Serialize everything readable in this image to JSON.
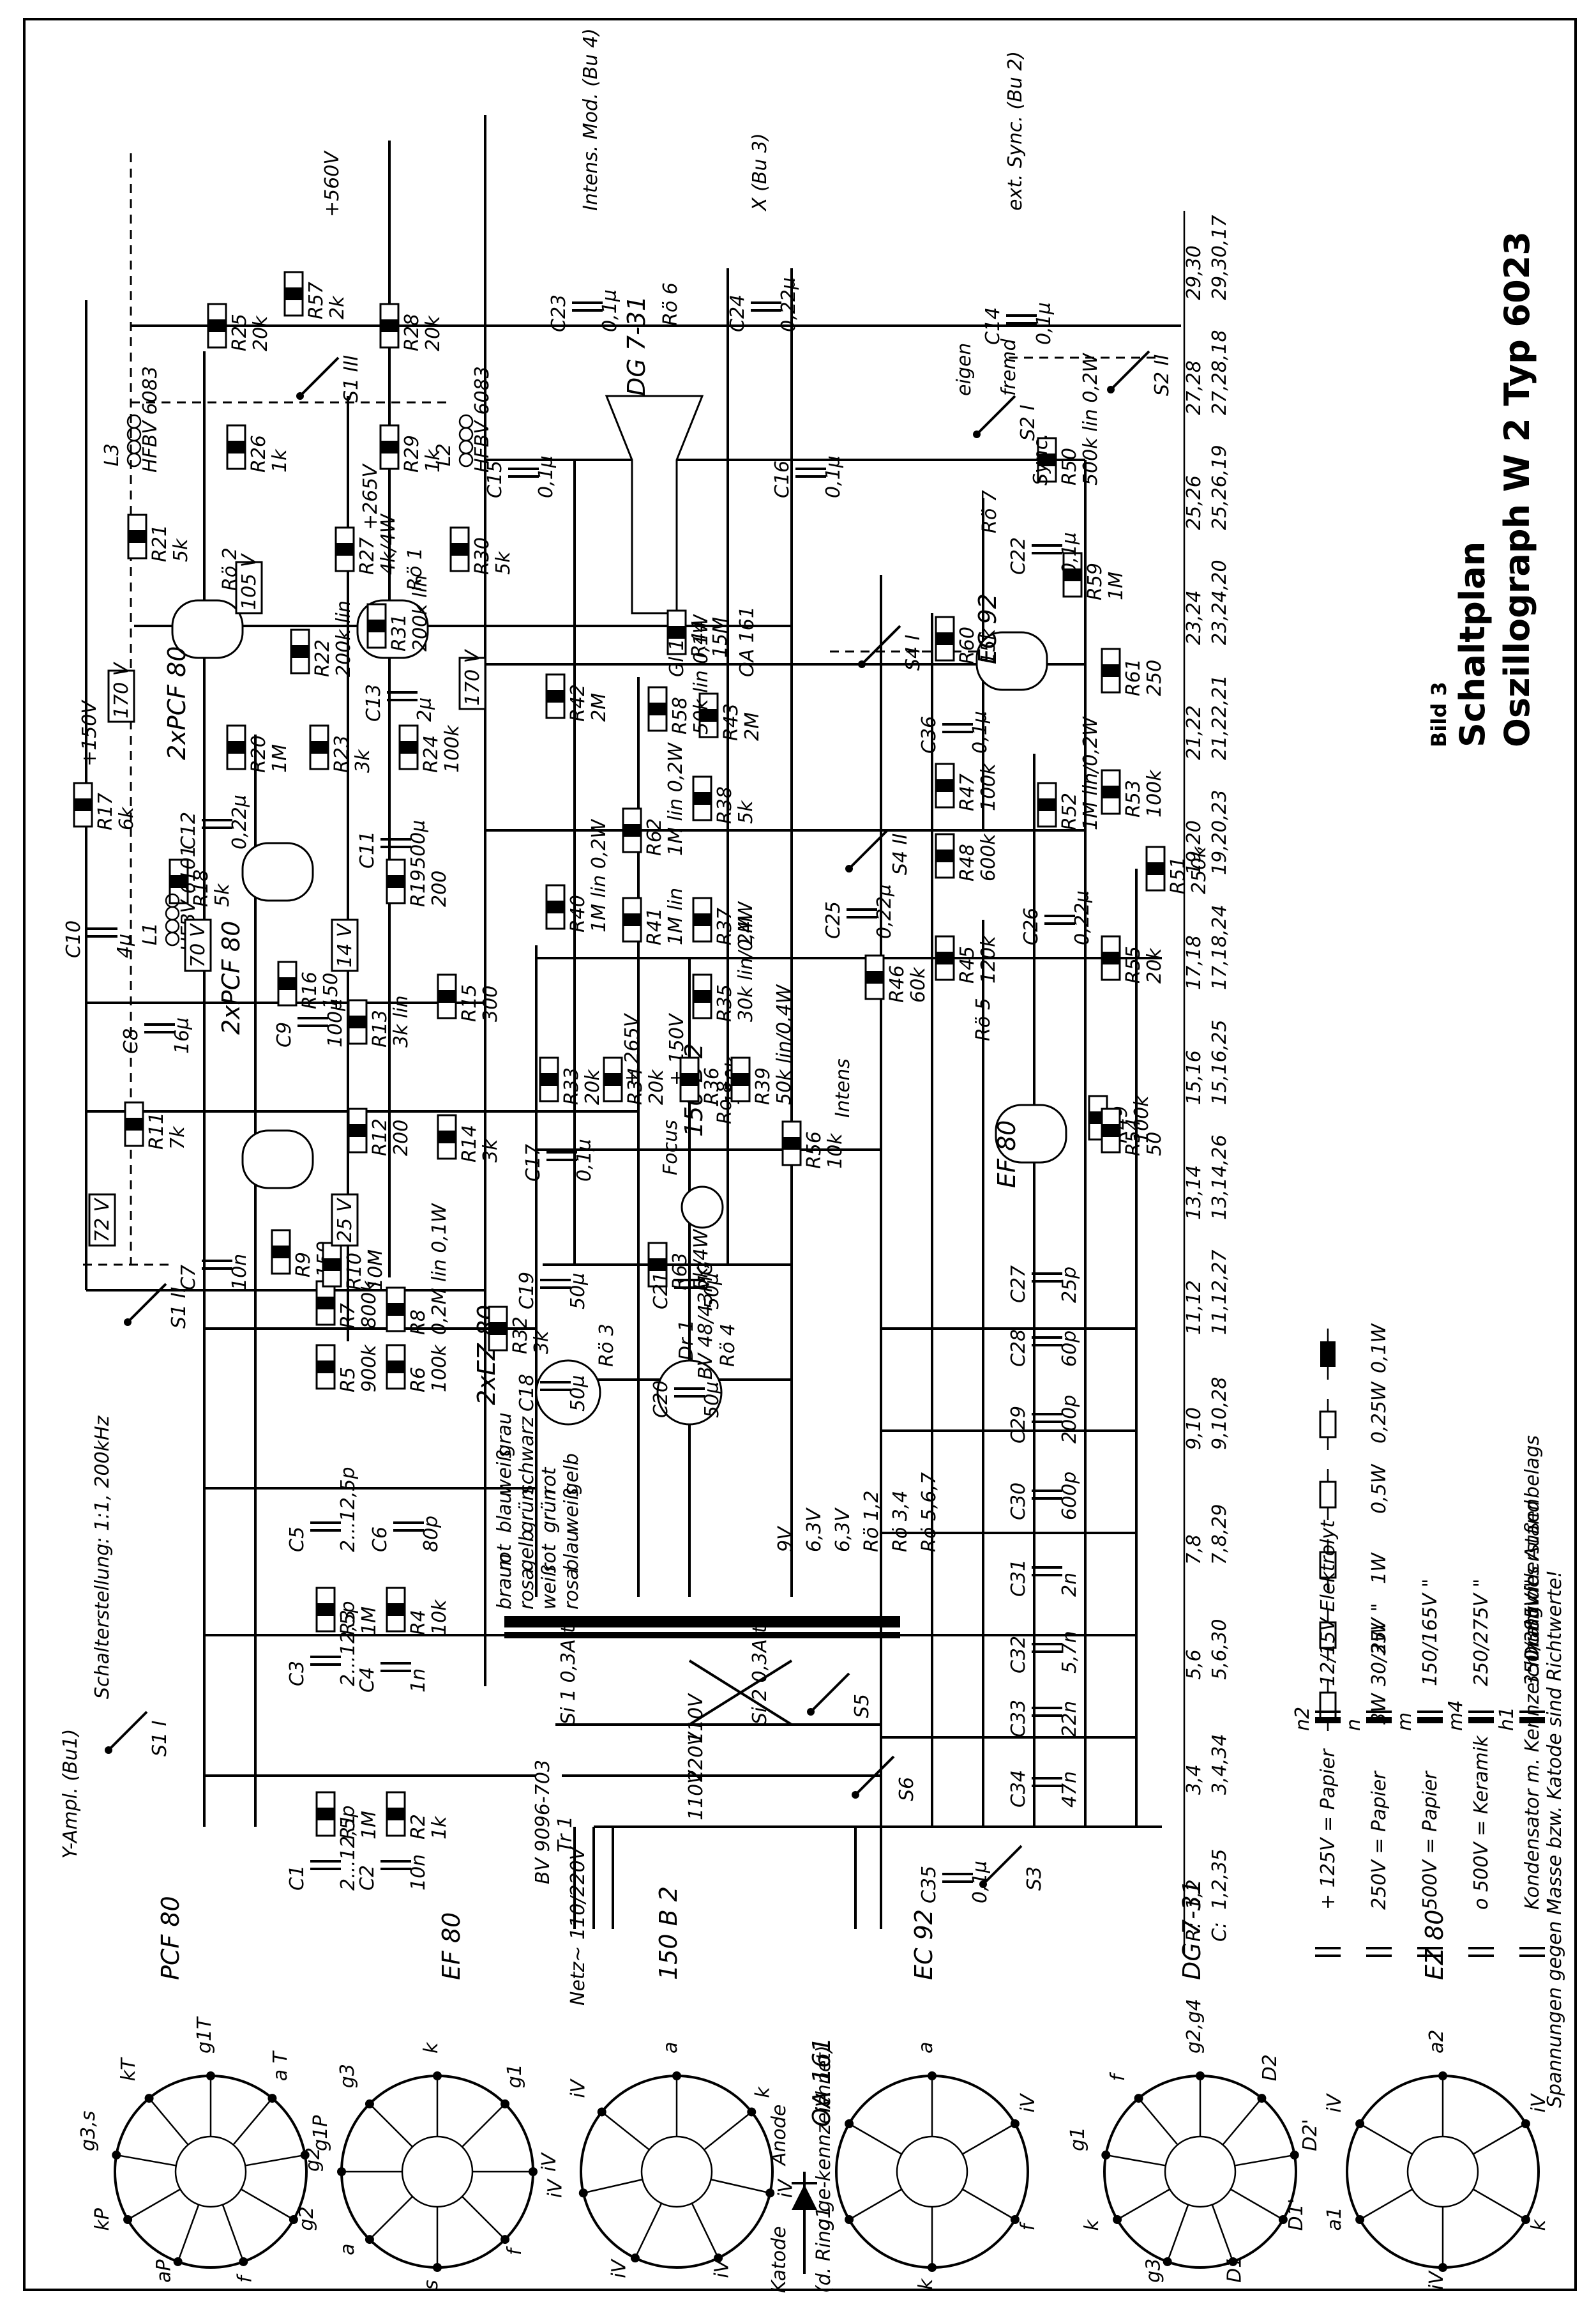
{
  "title": {
    "figure": "Bild 3",
    "line1": "Schaltplan",
    "line2": "Oszillograph W 2 Typ 6023"
  },
  "tubes": [
    {
      "ref": "Rö 2",
      "type": "2xPCF 80"
    },
    {
      "ref": "Rö 1",
      "type": "2xPCF 80"
    },
    {
      "ref": "Rö 6",
      "type": "DG 7-31"
    },
    {
      "ref": "Rö 7",
      "type": "EC 92"
    },
    {
      "ref": "Rö 5",
      "type": "EF 80"
    },
    {
      "ref": "Rö 8",
      "type": "150 B 2"
    },
    {
      "ref": "Rö 3",
      "type": "2xEZ 80"
    },
    {
      "ref": "Rö 4",
      "type": ""
    }
  ],
  "inputs": [
    {
      "label": "Y-Ampl. (Bu1)"
    },
    {
      "label": "Intens. Mod. (Bu 4)"
    },
    {
      "label": "X (Bu 3)"
    },
    {
      "label": "ext. Sync. (Bu 2)"
    },
    {
      "label": "Netz~ 110/220V"
    }
  ],
  "supplies": [
    "+560V",
    "+265V",
    "+150V",
    "+ 265V",
    "+ 150V"
  ],
  "resistors": [
    {
      "ref": "R1",
      "value": "1M"
    },
    {
      "ref": "R2",
      "value": "1k"
    },
    {
      "ref": "R3",
      "value": "1M"
    },
    {
      "ref": "R4",
      "value": "10k"
    },
    {
      "ref": "R5",
      "value": "900k"
    },
    {
      "ref": "R6",
      "value": "100k"
    },
    {
      "ref": "R7",
      "value": "800k"
    },
    {
      "ref": "R8",
      "value": "0,2M lin 0,1W"
    },
    {
      "ref": "R9",
      "value": "150"
    },
    {
      "ref": "R10",
      "value": "10M"
    },
    {
      "ref": "R11",
      "value": "7k"
    },
    {
      "ref": "R12",
      "value": "200"
    },
    {
      "ref": "R13",
      "value": "3k lin"
    },
    {
      "ref": "R14",
      "value": "3k"
    },
    {
      "ref": "R15",
      "value": "300"
    },
    {
      "ref": "R16",
      "value": "150"
    },
    {
      "ref": "R17",
      "value": "6k"
    },
    {
      "ref": "R18",
      "value": "5k"
    },
    {
      "ref": "R19",
      "value": "200"
    },
    {
      "ref": "R20",
      "value": "1M"
    },
    {
      "ref": "R21",
      "value": "5k"
    },
    {
      "ref": "R22",
      "value": "200k lin"
    },
    {
      "ref": "R23",
      "value": "3k"
    },
    {
      "ref": "R24",
      "value": "100k"
    },
    {
      "ref": "R25",
      "value": "20k"
    },
    {
      "ref": "R26",
      "value": "1k"
    },
    {
      "ref": "R27",
      "value": "4k/4W"
    },
    {
      "ref": "R28",
      "value": "20k"
    },
    {
      "ref": "R29",
      "value": "1k"
    },
    {
      "ref": "R30",
      "value": "5k"
    },
    {
      "ref": "R31",
      "value": "200k lin"
    },
    {
      "ref": "R32",
      "value": "3k"
    },
    {
      "ref": "R33",
      "value": "20k"
    },
    {
      "ref": "R34",
      "value": "20k"
    },
    {
      "ref": "R35",
      "value": "30k lin/0,4W"
    },
    {
      "ref": "R36",
      "value": "150k"
    },
    {
      "ref": "R37",
      "value": "2M"
    },
    {
      "ref": "R38",
      "value": "5k"
    },
    {
      "ref": "R39",
      "value": "50k lin/0,4W"
    },
    {
      "ref": "R40",
      "value": "1M lin 0,2W"
    },
    {
      "ref": "R41",
      "value": "1M lin"
    },
    {
      "ref": "R42",
      "value": "2M"
    },
    {
      "ref": "R43",
      "value": "2M"
    },
    {
      "ref": "R44",
      "value": "15M"
    },
    {
      "ref": "R45",
      "value": "120k"
    },
    {
      "ref": "R46",
      "value": "60k"
    },
    {
      "ref": "R47",
      "value": "100k"
    },
    {
      "ref": "R48",
      "value": "600k"
    },
    {
      "ref": "R49",
      "value": "100k"
    },
    {
      "ref": "R50",
      "value": "500k lin 0,2W"
    },
    {
      "ref": "R51",
      "value": "250k"
    },
    {
      "ref": "R52",
      "value": "1M lin/0,2W"
    },
    {
      "ref": "R53",
      "value": "100k"
    },
    {
      "ref": "R54",
      "value": "50"
    },
    {
      "ref": "R55",
      "value": "20k"
    },
    {
      "ref": "R56",
      "value": "10k"
    },
    {
      "ref": "R57",
      "value": "2k"
    },
    {
      "ref": "R58",
      "value": "50k lin 0,1W"
    },
    {
      "ref": "R59",
      "value": "1M"
    },
    {
      "ref": "R60",
      "value": "15k"
    },
    {
      "ref": "R61",
      "value": "250"
    },
    {
      "ref": "R62",
      "value": "1M lin 0,2W"
    },
    {
      "ref": "R63",
      "value": "5k/4W"
    }
  ],
  "capacitors": [
    {
      "ref": "C1",
      "value": "2...12,5p"
    },
    {
      "ref": "C2",
      "value": "10n"
    },
    {
      "ref": "C3",
      "value": "2...12,5p"
    },
    {
      "ref": "C4",
      "value": "1n"
    },
    {
      "ref": "C5",
      "value": "2...12,5p"
    },
    {
      "ref": "C6",
      "value": "80p"
    },
    {
      "ref": "C7",
      "value": "10n"
    },
    {
      "ref": "C8",
      "value": "16µ"
    },
    {
      "ref": "C9",
      "value": "100µ"
    },
    {
      "ref": "C10",
      "value": "4µ"
    },
    {
      "ref": "C11",
      "value": "500µ"
    },
    {
      "ref": "C12",
      "value": "0,22µ"
    },
    {
      "ref": "C13",
      "value": "2µ"
    },
    {
      "ref": "C14",
      "value": "0,1µ"
    },
    {
      "ref": "C15",
      "value": "0,1µ"
    },
    {
      "ref": "C16",
      "value": "0,1µ"
    },
    {
      "ref": "C17",
      "value": "0,1µ"
    },
    {
      "ref": "C18",
      "value": "50µ"
    },
    {
      "ref": "C19",
      "value": "50µ"
    },
    {
      "ref": "C20",
      "value": "50µ"
    },
    {
      "ref": "C21",
      "value": "50µ"
    },
    {
      "ref": "C22",
      "value": "0,1µ"
    },
    {
      "ref": "C23",
      "value": "0,1µ"
    },
    {
      "ref": "C24",
      "value": "0,22µ"
    },
    {
      "ref": "C25",
      "value": "0,22µ"
    },
    {
      "ref": "C26",
      "value": "0,22µ"
    },
    {
      "ref": "C27",
      "value": "25p"
    },
    {
      "ref": "C28",
      "value": "60p"
    },
    {
      "ref": "C29",
      "value": "200p"
    },
    {
      "ref": "C30",
      "value": "600p"
    },
    {
      "ref": "C31",
      "value": "2n"
    },
    {
      "ref": "C32",
      "value": "5,7n"
    },
    {
      "ref": "C33",
      "value": "22n"
    },
    {
      "ref": "C34",
      "value": "47n"
    },
    {
      "ref": "C35",
      "value": "0,1µ"
    },
    {
      "ref": "C36",
      "value": "0,1µ"
    }
  ],
  "switches": [
    "S1 I",
    "S1 II",
    "S1 III",
    "S2 I",
    "S2 II",
    "S3",
    "S4 I",
    "S4 II",
    "S5",
    "S6"
  ],
  "transformer": {
    "ref": "Tr 1",
    "type": "BV 9096-703",
    "choke": "Dr 1",
    "choke_type": "BV 48/43MG"
  },
  "fuses": [
    {
      "ref": "Si 1",
      "value": "0,3A tr"
    },
    {
      "ref": "Si 2",
      "value": "0,3A tr"
    }
  ],
  "mains_taps": [
    "110V",
    "220V",
    "110V"
  ],
  "coils": [
    {
      "ref": "L1",
      "type": "HFBV 6101"
    },
    {
      "ref": "L2",
      "type": "HFBV 6083"
    },
    {
      "ref": "L3",
      "type": "HFBV 6083"
    }
  ],
  "diode": {
    "type": "OA 161",
    "ref": "Gl 1",
    "anode": "Anode",
    "cathode": "Katode",
    "note": "(d. Ring ge-kennzeichnet)"
  },
  "wire_colors": [
    "braun",
    "rosa",
    "weiß",
    "rosa",
    "rot",
    "gelb",
    "rot",
    "blau",
    "blau",
    "grün",
    "grün",
    "weiß",
    "weiß",
    "schwarz",
    "rot",
    "gelb",
    "grau"
  ],
  "heater_out": [
    "9V",
    "6,3V",
    "6,3V",
    "Rö 1,2",
    "Rö 3,4",
    "Rö 5,6,7"
  ],
  "control_labels": [
    "Focus",
    "Intens",
    "Sync.",
    "eigen",
    "fremd",
    "Schalterstellung: 1:1, 200kHz"
  ],
  "voltage_marks": [
    "170 V",
    "105 V",
    "170 V",
    "70 V",
    "14 V",
    "72 V",
    "25 V"
  ],
  "switch_table": {
    "rows": [
      {
        "label": "R:",
        "values": [
          "1,2",
          "3,4",
          "5,6",
          "7,8",
          "9,10",
          "11,12",
          "13,14",
          "15,16",
          "17,18",
          "19,20",
          "21,22",
          "23,24",
          "25,26",
          "27,28",
          "29,30"
        ]
      },
      {
        "label": "C:",
        "values": [
          "1,2,35",
          "3,4,34",
          "5,6,30",
          "7,8,29",
          "9,10,28",
          "11,12,27",
          "13,14,26",
          "15,16,25",
          "17,18,24",
          "19,20,23",
          "21,22,21",
          "23,24,20",
          "25,26,19",
          "27,28,18",
          "29,30,17"
        ]
      }
    ]
  },
  "legend_resistors": [
    {
      "rating": "0,1W"
    },
    {
      "rating": "0,25W"
    },
    {
      "rating": "0,5W"
    },
    {
      "rating": "1W"
    },
    {
      "rating": "2W"
    },
    {
      "rating": "3W"
    }
  ],
  "legend_capacitors": [
    {
      "sym": "+",
      "text": "125V = Papier"
    },
    {
      "sym": "",
      "text": "250V = Papier"
    },
    {
      "sym": "",
      "text": "500V = Papier"
    },
    {
      "sym": "o",
      "text": "500V = Keramik"
    },
    {
      "sym": "",
      "text": "Kondensator m. Kennzeichnung des Außenbelags"
    }
  ],
  "legend_electrolytics": [
    {
      "code": "n2",
      "text": "12/15V Elektrolyt"
    },
    {
      "code": "n",
      "text": "30/35V  \""
    },
    {
      "code": "m",
      "text": "150/165V  \""
    },
    {
      "code": "m4",
      "text": "250/275V  \""
    },
    {
      "code": "h1",
      "text": "350/385V  \""
    }
  ],
  "legend_wire_resistor": "Drahtwiderstand",
  "footer_note": "Spannungen gegen Masse bzw. Katode sind Richtwerte!",
  "pinouts": [
    {
      "name": "PCF 80",
      "pins": [
        "g1T",
        "a T",
        "g1P",
        "g2",
        "f",
        "aP",
        "kP",
        "g3,s",
        "kT"
      ]
    },
    {
      "name": "EF 80",
      "pins": [
        "k",
        "g1",
        "iV",
        "f",
        "s",
        "a",
        "g2",
        "g3"
      ]
    },
    {
      "name": "150 B 2",
      "pins": [
        "a",
        "k",
        "iV",
        "iV",
        "iV",
        "iV",
        "iV"
      ]
    },
    {
      "name": "EC 92",
      "pins": [
        "a",
        "iV",
        "f",
        "k",
        "g1",
        "iV"
      ]
    },
    {
      "name": "DG 7-31",
      "pins": [
        "g2,g4",
        "D2",
        "D2'",
        "D1'",
        "D1",
        "g3",
        "k",
        "g1",
        "f"
      ]
    },
    {
      "name": "EZ 80",
      "pins": [
        "a2",
        "iV",
        "k",
        "iV",
        "a1",
        "iV"
      ]
    }
  ],
  "tube_labels": [
    "PCF 80",
    "EF 80",
    "150 B 2",
    "OA 161",
    "EC 92",
    "DG 7-31",
    "EZ 80"
  ]
}
